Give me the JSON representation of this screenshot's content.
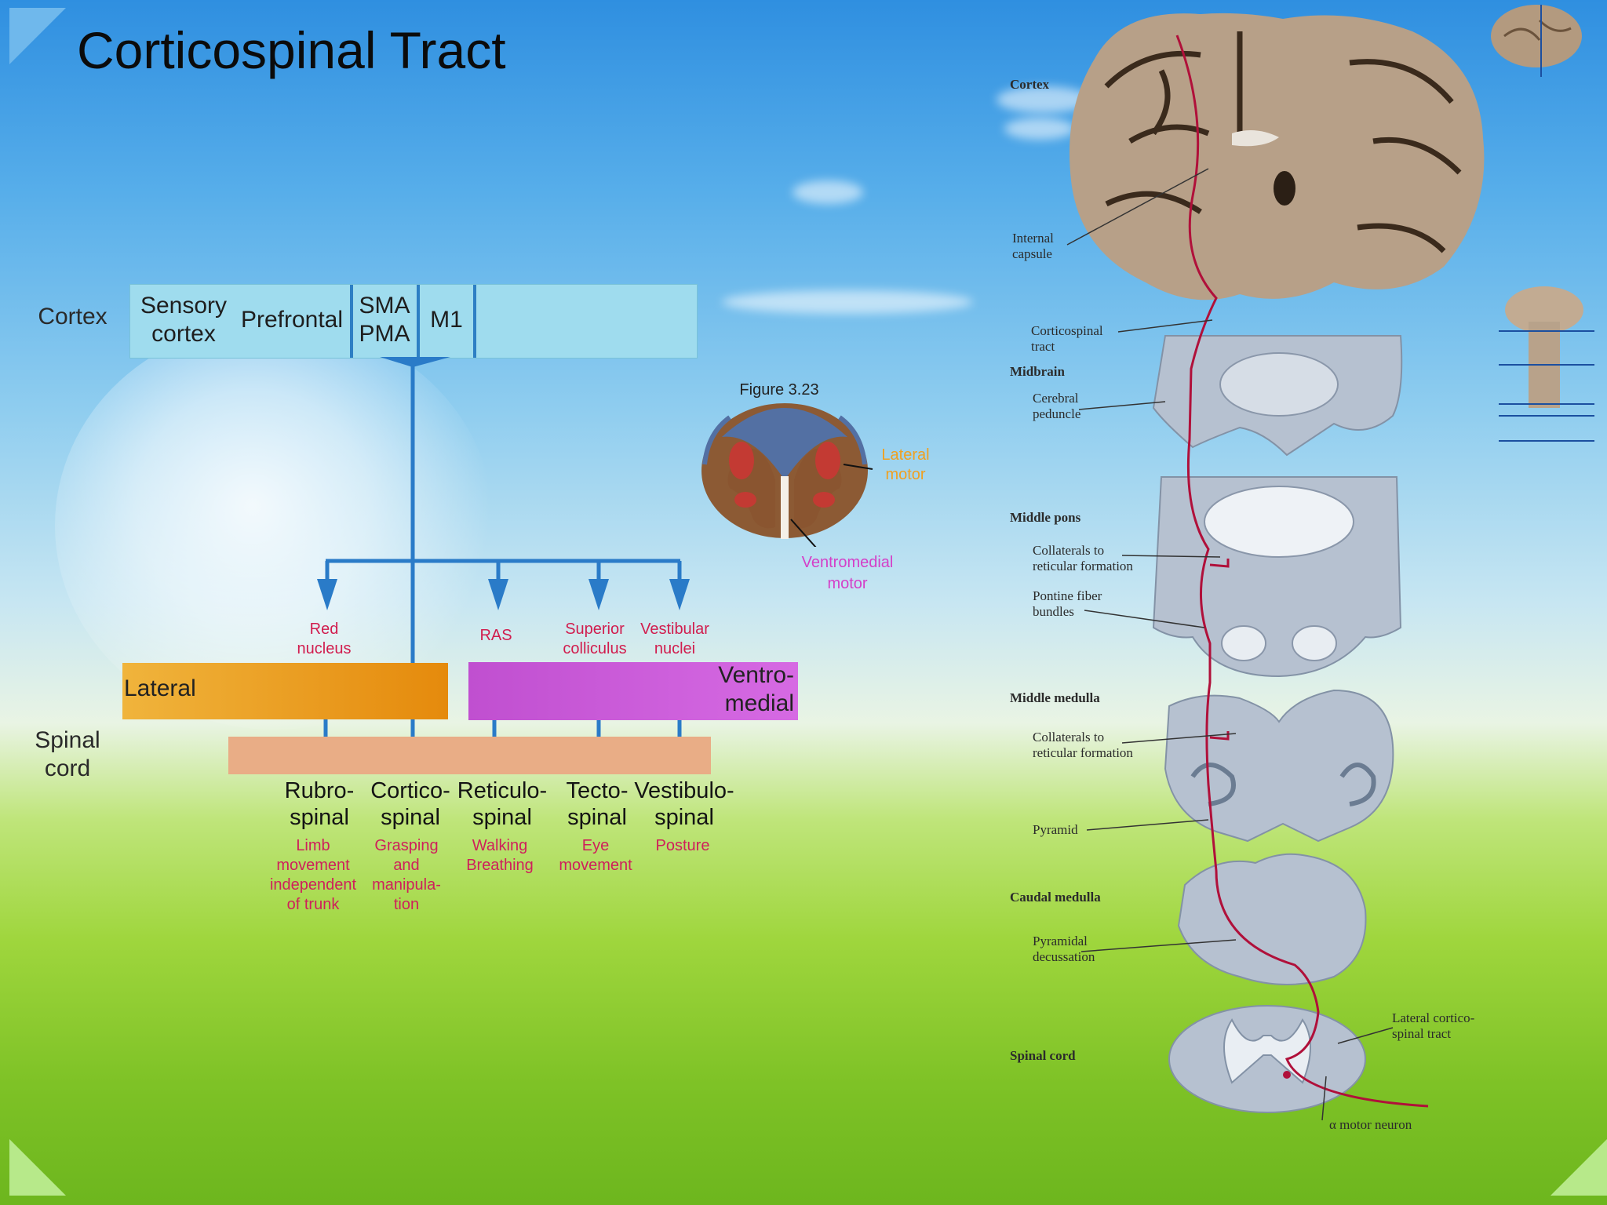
{
  "slide": {
    "title": "Corticospinal Tract"
  },
  "left_diagram": {
    "cortex_label": "Cortex",
    "cortex_regions": [
      "Sensory\ncortex",
      "Prefrontal",
      "SMA\nPMA",
      "M1"
    ],
    "spinal_cord_label": "Spinal\ncord",
    "lateral_label": "Lateral",
    "ventromedial_label": "Ventro-\nmedial",
    "nuclei": [
      "Red\nnucleus",
      "RAS",
      "Superior\ncolliculus",
      "Vestibular\nnuclei"
    ],
    "tracts": [
      {
        "name": "Rubro-\nspinal",
        "function": "Limb\nmovement\nindependent\nof trunk"
      },
      {
        "name": "Cortico-\nspinal",
        "function": "Grasping\nand\nmanipula-\ntion"
      },
      {
        "name": "Reticulo-\nspinal",
        "function": "Walking\nBreathing"
      },
      {
        "name": "Tecto-\nspinal",
        "function": "Eye\nmovement"
      },
      {
        "name": "Vestibulo-\nspinal",
        "function": "Posture"
      }
    ]
  },
  "figure_inset": {
    "caption": "Figure 3.23",
    "lateral_motor_label": "Lateral\nmotor",
    "ventromedial_motor_label": "Ventromedial\nmotor"
  },
  "right_figure": {
    "section_labels": [
      "Cortex",
      "Midbrain",
      "Middle pons",
      "Middle medulla",
      "Caudal medulla",
      "Spinal cord"
    ],
    "annotations": {
      "internal_capsule": "Internal\ncapsule",
      "corticospinal_tract": "Corticospinal\ntract",
      "cerebral_peduncle": "Cerebral\npeduncle",
      "collaterals_pons": "Collaterals to\nreticular formation",
      "pontine_fiber": "Pontine fiber\nbundles",
      "collaterals_medulla": "Collaterals to\nreticular formation",
      "pyramid": "Pyramid",
      "pyramidal_decussation": "Pyramidal\ndecussation",
      "lateral_corticospinal": "Lateral cortico-\nspinal tract",
      "alpha_motor_neuron": "α motor neuron"
    }
  },
  "colors": {
    "arrow_blue": "#2a7bc8",
    "nucleus_red": "#d11d4e",
    "lateral_orange": "#e8951a",
    "ventromedial_purple": "#c85ad9",
    "spinal_peach": "#e9ad86",
    "cortex_cyan": "#9fdcee",
    "tract_line": "#b0103a"
  }
}
